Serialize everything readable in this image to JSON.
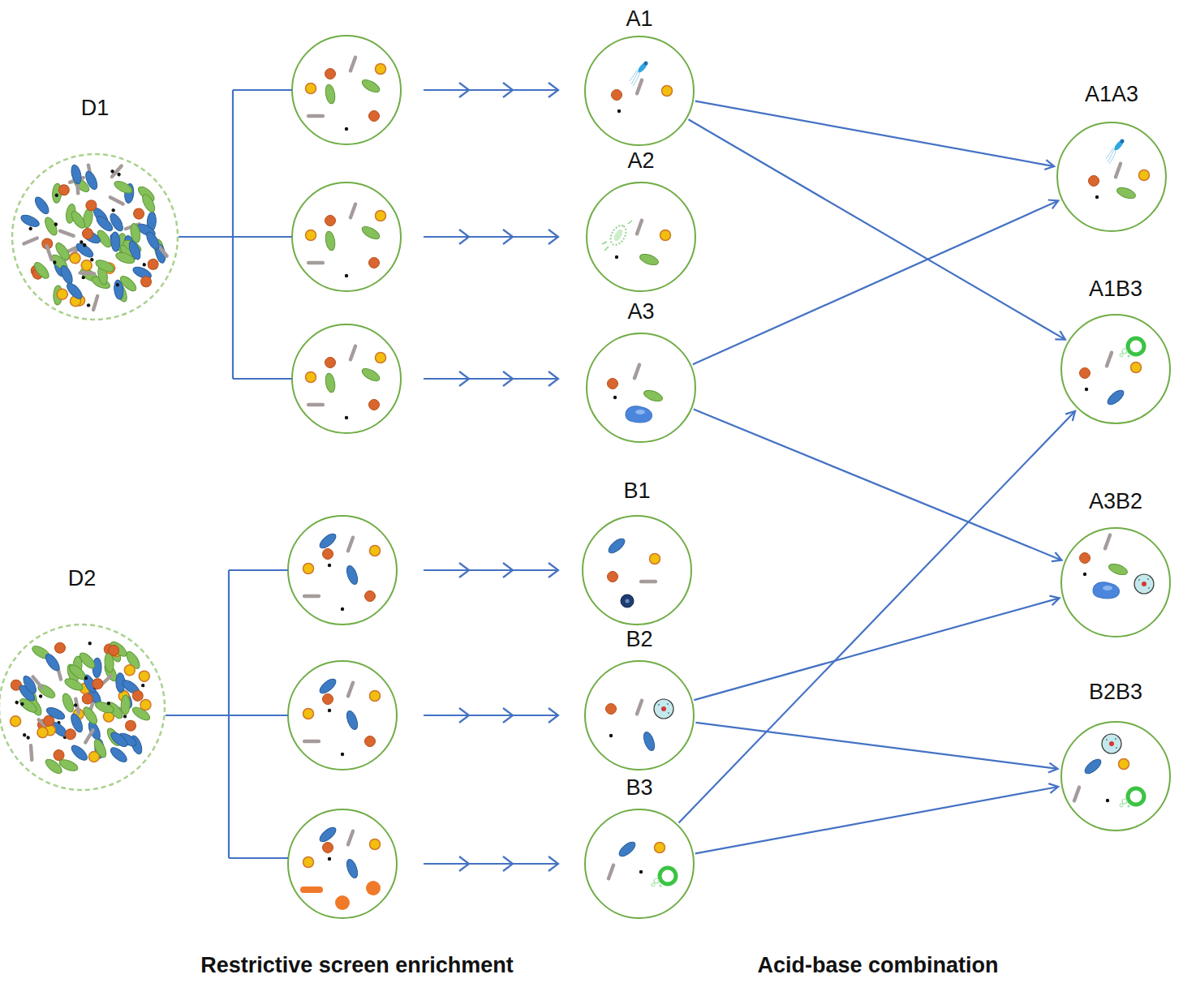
{
  "diagram": {
    "nodes": [
      {
        "text": [
          "D1"
        ]
      },
      {
        "text": [
          "A1"
        ]
      },
      {
        "text": [
          "A2"
        ]
      },
      {
        "text": [
          "A3"
        ]
      },
      {
        "text": [
          "D2"
        ]
      },
      {
        "text": [
          "B1"
        ]
      },
      {
        "text": [
          "B2"
        ]
      },
      {
        "text": [
          "B3"
        ]
      },
      {
        "text": [
          "A1A3"
        ]
      },
      {
        "text": [
          "A1B3"
        ]
      },
      {
        "text": [
          "A3B2"
        ]
      },
      {
        "text": [
          "B2B3"
        ]
      }
    ],
    "edges": [
      {
        "from": 1,
        "to": 8,
        "arrow": "to"
      },
      {
        "from": 1,
        "to": 9,
        "arrow": "to"
      },
      {
        "from": 3,
        "to": 8,
        "arrow": "to"
      },
      {
        "from": 3,
        "to": 10,
        "arrow": "to"
      },
      {
        "from": 6,
        "to": 10,
        "arrow": "to"
      },
      {
        "from": 6,
        "to": 11,
        "arrow": "to"
      },
      {
        "from": 7,
        "to": 9,
        "arrow": "to"
      },
      {
        "from": 7,
        "to": 11,
        "arrow": "to"
      }
    ],
    "labels": [
      "Restrictive screen enrichment",
      "Acid-base combination"
    ]
  }
}
